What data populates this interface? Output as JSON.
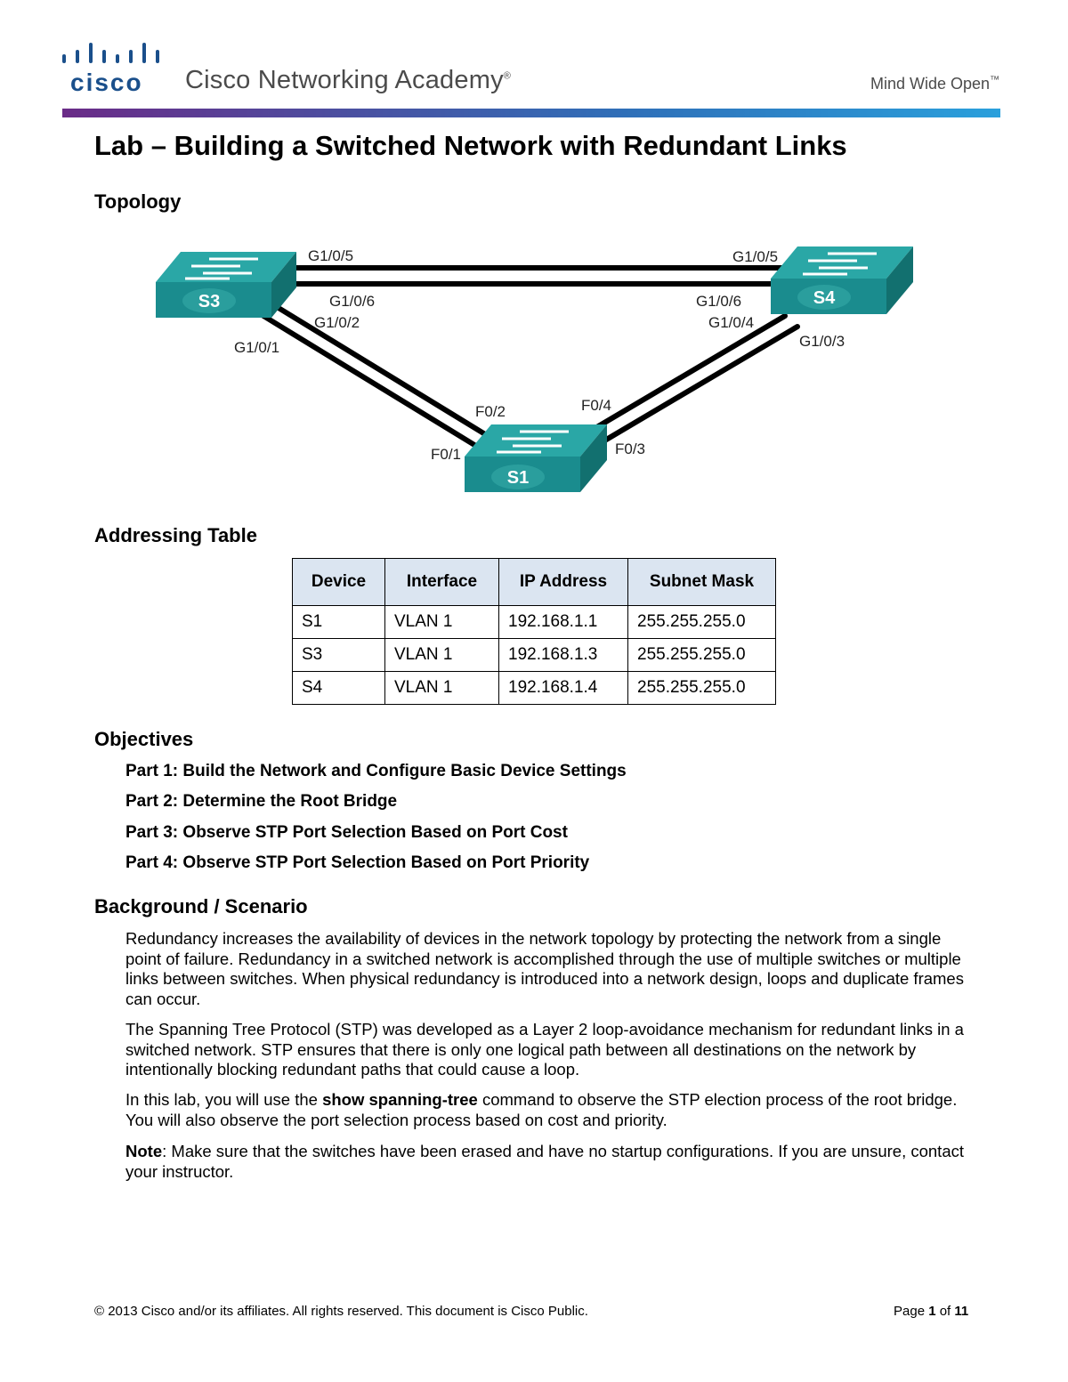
{
  "header": {
    "logo_text": "cisco",
    "academy_name": "Cisco Networking Academy",
    "academy_mark": "®",
    "tagline": "Mind Wide Open",
    "tagline_mark": "™",
    "colors": {
      "bar_start": "#6a2b87",
      "bar_end": "#2aa0dc",
      "logo_blue": "#1a4f8b"
    }
  },
  "title": "Lab – Building a Switched Network with Redundant Links",
  "topology": {
    "heading": "Topology",
    "switches": [
      {
        "name": "S3",
        "icon": "switch-icon"
      },
      {
        "name": "S4",
        "icon": "switch-icon"
      },
      {
        "name": "S1",
        "icon": "switch-icon"
      }
    ],
    "ports": {
      "s3_g105": "G1/0/5",
      "s3_g106": "G1/0/6",
      "s3_g102": "G1/0/2",
      "s3_g101": "G1/0/1",
      "s4_g105": "G1/0/5",
      "s4_g106": "G1/0/6",
      "s4_g104": "G1/0/4",
      "s4_g103": "G1/0/3",
      "s1_f02": "F0/2",
      "s1_f01": "F0/1",
      "s1_f04": "F0/4",
      "s1_f03": "F0/3"
    },
    "colors": {
      "switch_front": "#1a8c8e",
      "switch_top": "#2aa7a6",
      "switch_side": "#12706f",
      "cable": "#000000"
    }
  },
  "addressing": {
    "heading": "Addressing Table",
    "columns": [
      "Device",
      "Interface",
      "IP Address",
      "Subnet Mask"
    ],
    "rows": [
      [
        "S1",
        "VLAN 1",
        "192.168.1.1",
        "255.255.255.0"
      ],
      [
        "S3",
        "VLAN 1",
        "192.168.1.3",
        "255.255.255.0"
      ],
      [
        "S4",
        "VLAN 1",
        "192.168.1.4",
        "255.255.255.0"
      ]
    ],
    "header_color": "#dbe5f1"
  },
  "objectives": {
    "heading": "Objectives",
    "items": [
      "Part 1: Build the Network and Configure Basic Device Settings",
      "Part 2: Determine the Root Bridge",
      "Part 3: Observe STP Port Selection Based on Port Cost",
      "Part 4: Observe STP Port Selection Based on Port Priority"
    ]
  },
  "background": {
    "heading": "Background / Scenario",
    "p1": "Redundancy increases the availability of devices in the network topology by protecting the network from a single point of failure. Redundancy in a switched network is accomplished through the use of multiple switches or multiple links between switches. When physical redundancy is introduced into a network design, loops and duplicate frames can occur.",
    "p2": "The Spanning Tree Protocol (STP) was developed as a Layer 2 loop-avoidance mechanism for redundant links in a switched network. STP ensures that there is only one logical path between all destinations on the network by intentionally blocking redundant paths that could cause a loop.",
    "p3_pre": "In this lab, you will use the ",
    "p3_cmd": "show spanning-tree",
    "p3_post": " command to observe the STP election process of the root bridge. You will also observe the port selection process based on cost and priority.",
    "p4_label": "Note",
    "p4_text": ": Make sure that the switches have been erased and have no startup configurations. If you are unsure, contact your instructor."
  },
  "footer": {
    "copyright": "© 2013 Cisco and/or its affiliates. All rights reserved. This document is Cisco Public.",
    "page_word": "Page ",
    "page_current": "1",
    "page_of": " of ",
    "page_total": "11"
  }
}
